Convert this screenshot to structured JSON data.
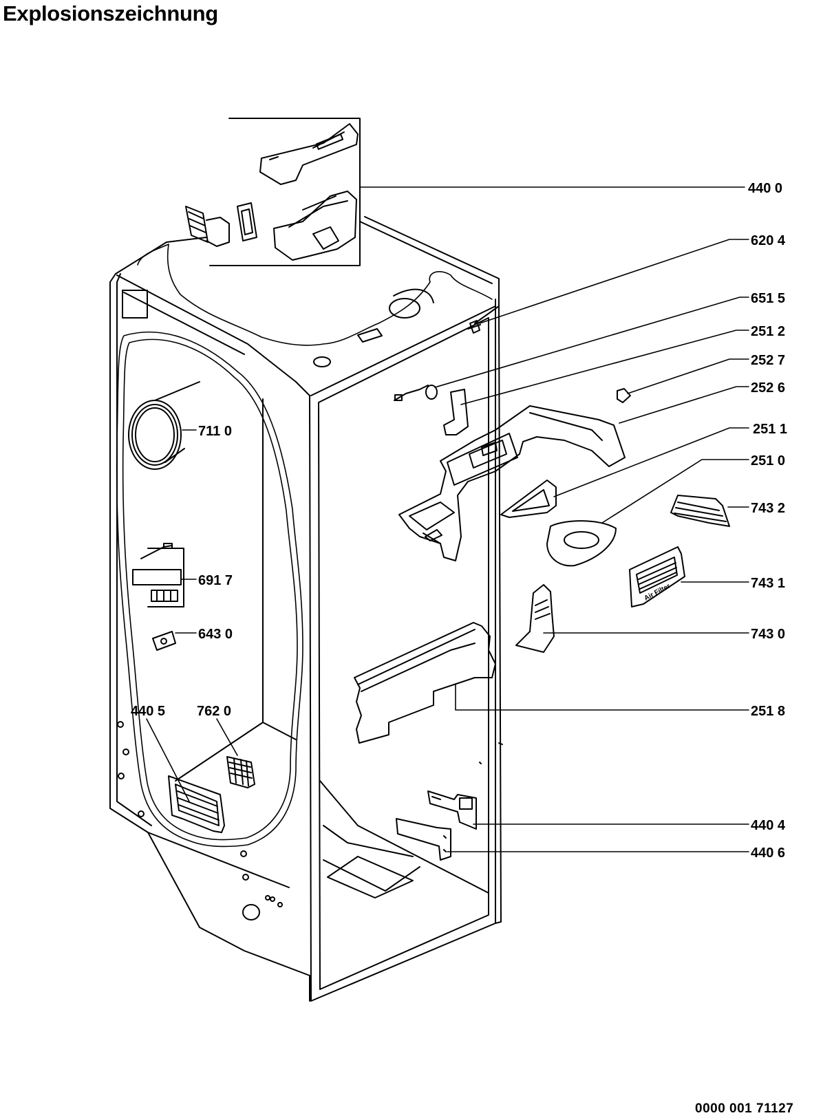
{
  "title": "Explosionszeichnung",
  "document_number": "0000 001 71127",
  "decoration": "Air Filter",
  "labels": {
    "p4400": "440 0",
    "p6204": "620 4",
    "p6515": "651 5",
    "p2512": "251 2",
    "p2527": "252 7",
    "p2526": "252 6",
    "p2511": "251 1",
    "p2510": "251 0",
    "p7432": "743 2",
    "p7431": "743 1",
    "p7430": "743 0",
    "p2518": "251 8",
    "p4404": "440 4",
    "p4406": "440 6",
    "p7110": "711 0",
    "p6917": "691 7",
    "p6430": "643 0",
    "p4405": "440 5",
    "p7620": "762 0"
  }
}
